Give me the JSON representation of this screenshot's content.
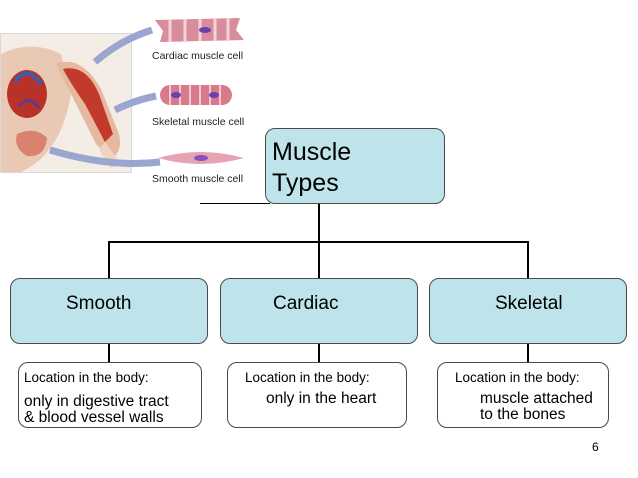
{
  "title": "Muscle\nTypes",
  "types": [
    {
      "name": "Smooth",
      "location_heading": "Location in the body:",
      "location_text": "only in digestive tract\n& blood vessel walls"
    },
    {
      "name": "Cardiac",
      "location_heading": "Location in the body:",
      "location_text": "only in the heart"
    },
    {
      "name": "Skeletal",
      "location_heading": "Location in the body:",
      "location_text": "muscle attached\nto the bones"
    }
  ],
  "illustration": {
    "labels": [
      "Cardiac muscle cell",
      "Skeletal muscle cell",
      "Smooth muscle cell"
    ]
  },
  "page_number": "6",
  "colors": {
    "box_fill": "#bfe3ea",
    "box_border": "#4a4a4a",
    "arrow": "#9aa6cf"
  }
}
